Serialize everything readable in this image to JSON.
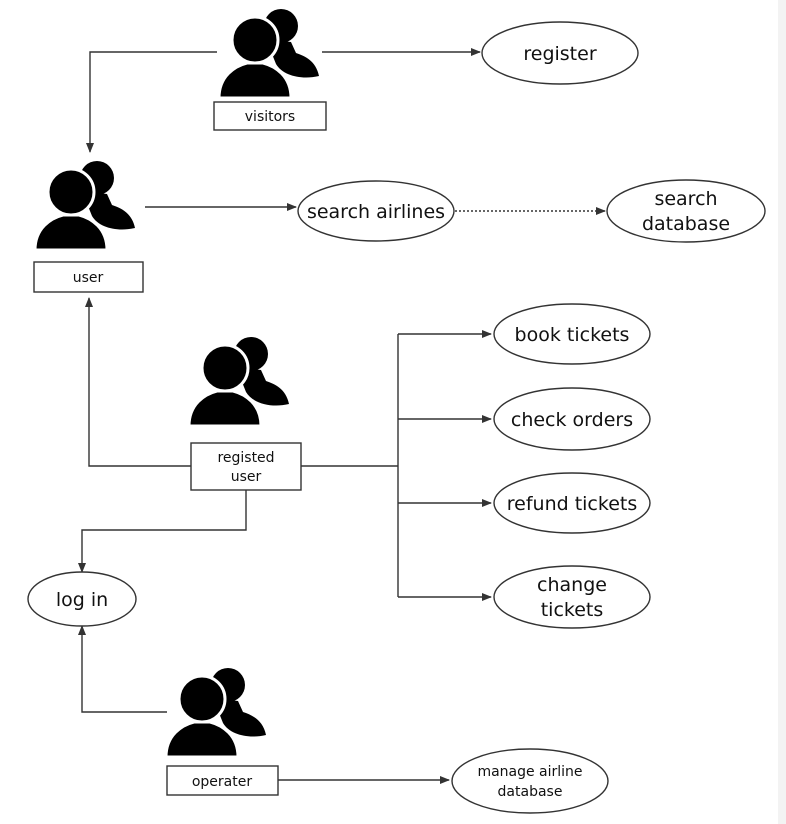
{
  "actors": {
    "visitors": "visitors",
    "user": "user",
    "registered_user": [
      "registed",
      "user"
    ],
    "operator": "operater"
  },
  "use_cases": {
    "register": "register",
    "search_airlines": "search airlines",
    "search_database": [
      "search",
      "database"
    ],
    "book_tickets": "book tickets",
    "check_orders": "check orders",
    "refund_tickets": "refund tickets",
    "change_tickets": [
      "change",
      "tickets"
    ],
    "log_in": "log in",
    "manage_airline_database": [
      "manage airline",
      "database"
    ]
  },
  "icons": [
    "user-group-icon"
  ]
}
